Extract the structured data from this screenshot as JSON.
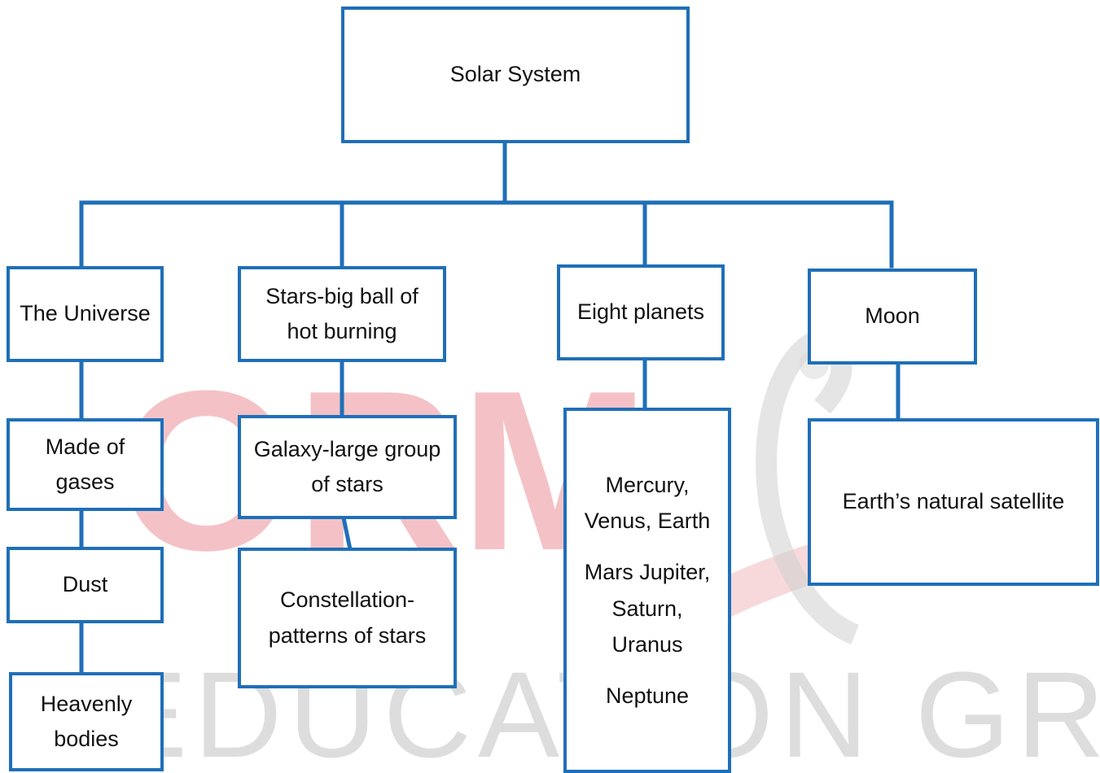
{
  "diagram": {
    "root": "Solar System",
    "branches": [
      {
        "label": "The Universe",
        "children": [
          "Made of gases",
          "Dust",
          "Heavenly bodies"
        ]
      },
      {
        "label": "Stars-big ball of hot burning",
        "children": [
          "Galaxy-large group of stars",
          "Constellation-patterns of stars"
        ]
      },
      {
        "label": "Eight planets",
        "children": [
          "Mercury, Venus, Earth",
          "Mars Jupiter, Saturn, Uranus",
          "Neptune"
        ]
      },
      {
        "label": "Moon",
        "children": [
          "Earth’s natural satellite"
        ]
      }
    ]
  },
  "watermark": {
    "text": "EDUCATION GROUP",
    "logo_text": "ORM"
  },
  "colors": {
    "box_border": "#1f6fb8",
    "connector": "#1f6fb8",
    "watermark_red": "#f2b0b3",
    "watermark_gray": "#d9d9d9"
  }
}
